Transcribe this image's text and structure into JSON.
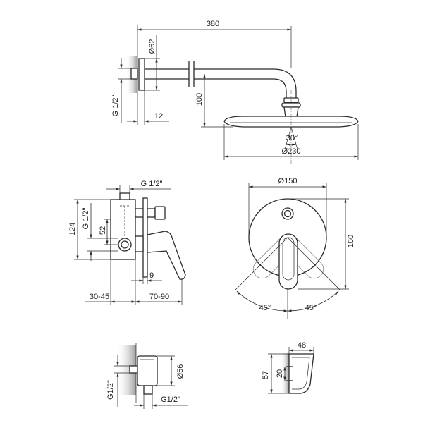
{
  "shower_arm_view": {
    "arm_length": "380",
    "flange_diameter": "Ø62",
    "wall_thread": "G 1/2\"",
    "flange_depth": "12",
    "head_drop": "100",
    "tilt_angle": "30°",
    "head_diameter": "Ø230"
  },
  "mixer_side_view": {
    "top_thread": "G 1/2\"",
    "body_height": "124",
    "inlet_thread": "G 1/2\"",
    "outlet_spacing": "52",
    "plate_thickness": "9",
    "wall_depth": "30-45",
    "projection": "70-90"
  },
  "mixer_front_view": {
    "plate_diameter": "Ø150",
    "total_height": "160",
    "lever_angle_left": "45°",
    "lever_angle_right": "45°"
  },
  "wall_outlet_view": {
    "diameter": "Ø56",
    "wall_thread": "G1/2\"",
    "hose_thread": "G1/2\""
  },
  "holder_view": {
    "depth": "48",
    "height": "57",
    "hole_spacing": "20"
  }
}
